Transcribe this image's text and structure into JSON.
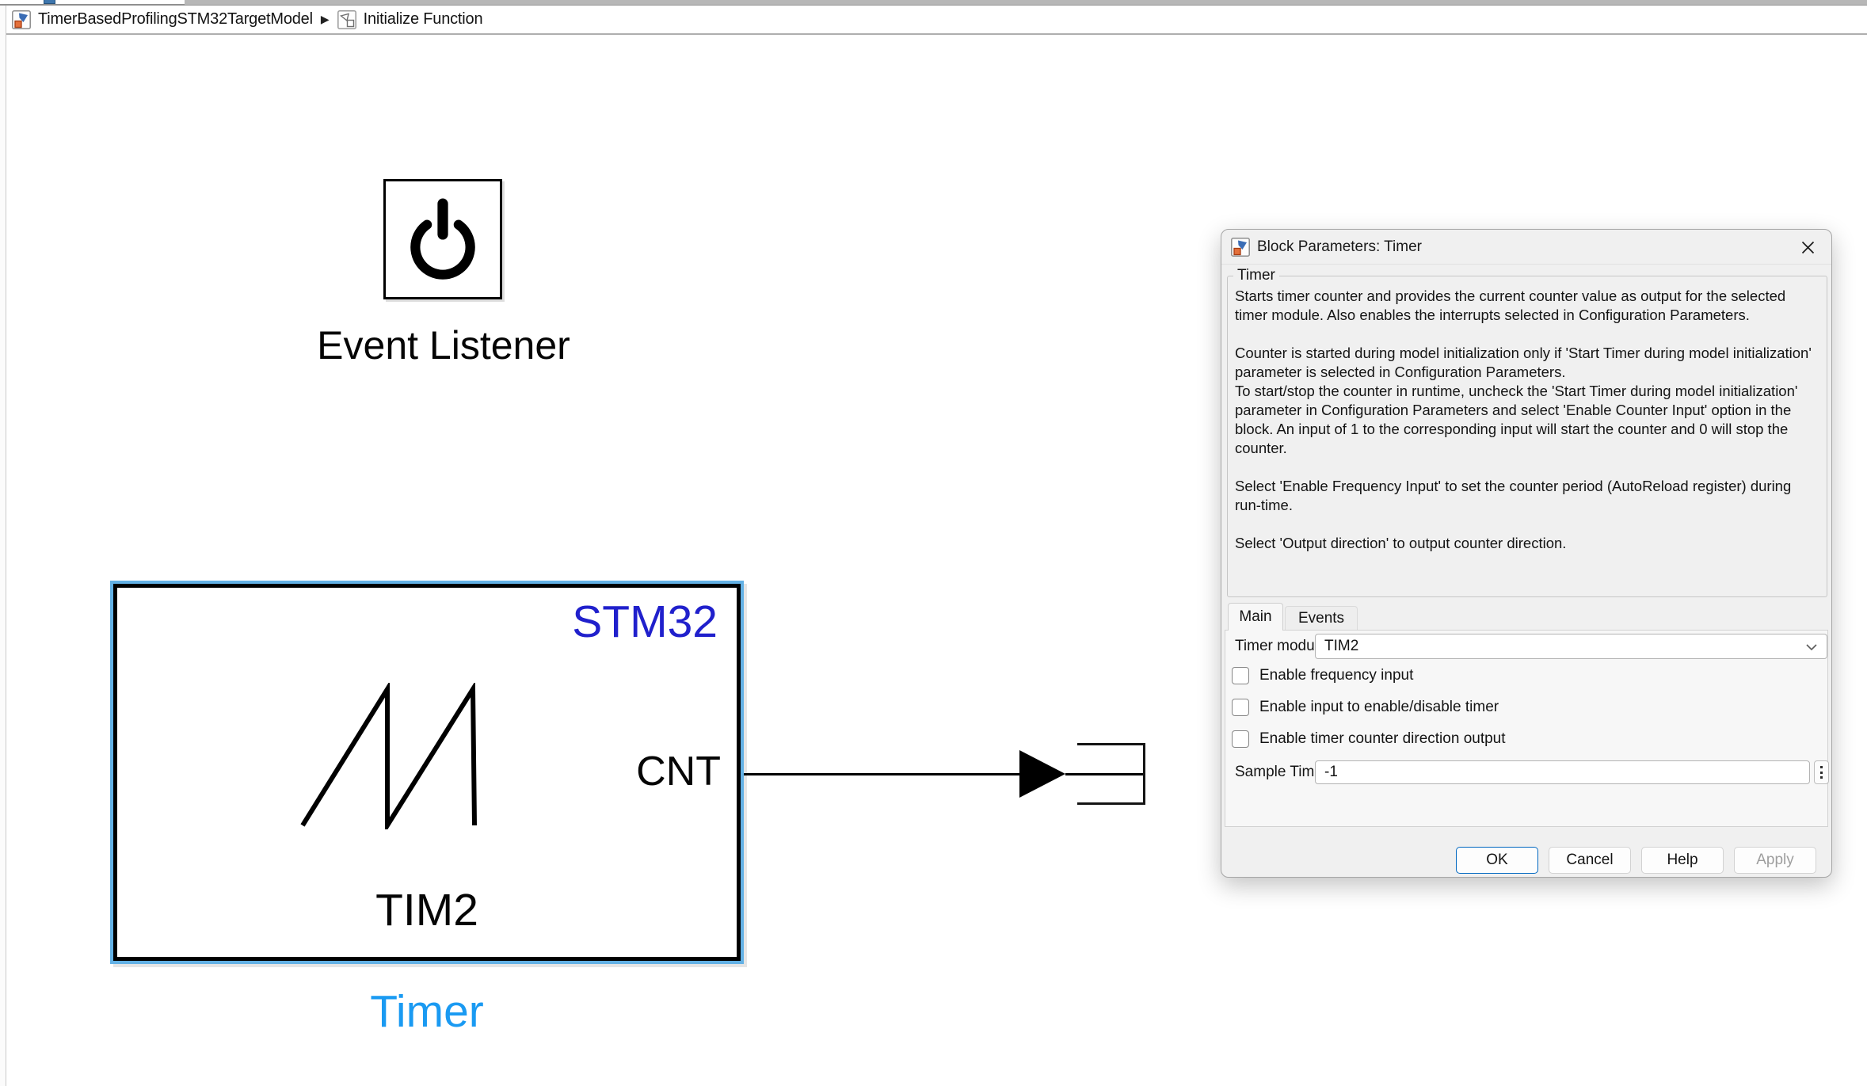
{
  "breadcrumb": {
    "separator": "▶",
    "items": [
      {
        "label": "TimerBasedProfilingSTM32TargetModel"
      },
      {
        "label": "Initialize Function"
      }
    ]
  },
  "canvas": {
    "event_listener": {
      "label": "Event Listener"
    },
    "timer_block": {
      "corner_label": "STM32",
      "port_label": "CNT",
      "module_label": "TIM2",
      "name_label": "Timer"
    },
    "colors": {
      "selection_blue": "#63b1e5",
      "stm32_text_blue": "#2020cc",
      "timer_name_blue": "#1a9af2"
    }
  },
  "dialog": {
    "title": "Block Parameters: Timer",
    "group_title": "Timer",
    "description": [
      {
        "text": "Starts timer counter and provides the current counter value as output for the selected timer module. Also enables the interrupts selected in Configuration Parameters."
      },
      {
        "text": "Counter is started during model initialization only if 'Start Timer during model initialization' parameter is selected in Configuration Parameters."
      },
      {
        "text": "To start/stop the counter in runtime, uncheck the 'Start Timer during model initialization' parameter in Configuration Parameters and select 'Enable Counter Input' option in the block. An input of 1 to the corresponding input will start the counter and 0 will stop the counter."
      },
      {
        "text": "Select 'Enable Frequency Input' to set the counter period (AutoReload register) during run-time."
      },
      {
        "text": "Select 'Output direction' to output counter direction."
      }
    ],
    "tabs": [
      {
        "label": "Main",
        "active": true
      },
      {
        "label": "Events",
        "active": false
      }
    ],
    "form": {
      "timer_module_label": "Timer module",
      "timer_module_value": "TIM2",
      "checkboxes": [
        {
          "label": "Enable frequency input",
          "checked": false
        },
        {
          "label": "Enable input to enable/disable timer",
          "checked": false
        },
        {
          "label": "Enable timer counter direction output",
          "checked": false
        }
      ],
      "sample_time_label": "Sample Time:",
      "sample_time_value": "-1"
    },
    "buttons": [
      {
        "label": "OK",
        "primary": true
      },
      {
        "label": "Cancel"
      },
      {
        "label": "Help"
      },
      {
        "label": "Apply",
        "disabled": true
      }
    ],
    "accent_color": "#0067c0"
  }
}
